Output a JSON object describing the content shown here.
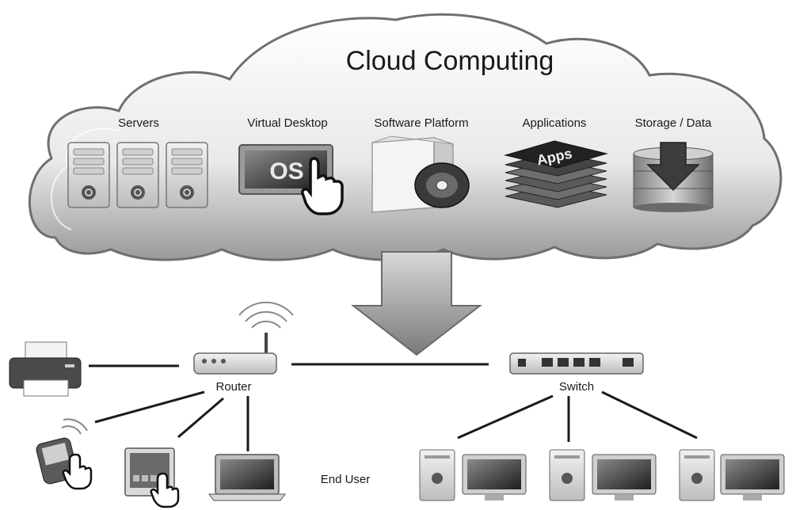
{
  "diagram": {
    "title": "Cloud Computing",
    "cloud_services": [
      {
        "label": "Servers",
        "icon": "server-rack-icon"
      },
      {
        "label": "Virtual Desktop",
        "icon": "os-screen-icon",
        "badge": "OS"
      },
      {
        "label": "Software Platform",
        "icon": "software-box-icon"
      },
      {
        "label": "Applications",
        "icon": "apps-stack-icon",
        "badge": "Apps"
      },
      {
        "label": "Storage / Data",
        "icon": "database-icon"
      }
    ],
    "network": {
      "router_label": "Router",
      "switch_label": "Switch",
      "end_user_label": "End User"
    },
    "colors": {
      "cloud_fill": "#e6e6e6",
      "cloud_edge": "#7a7a7a",
      "device_dark": "#4a4a4a",
      "line": "#1a1a1a",
      "arrow": "#8a8a8a"
    }
  }
}
